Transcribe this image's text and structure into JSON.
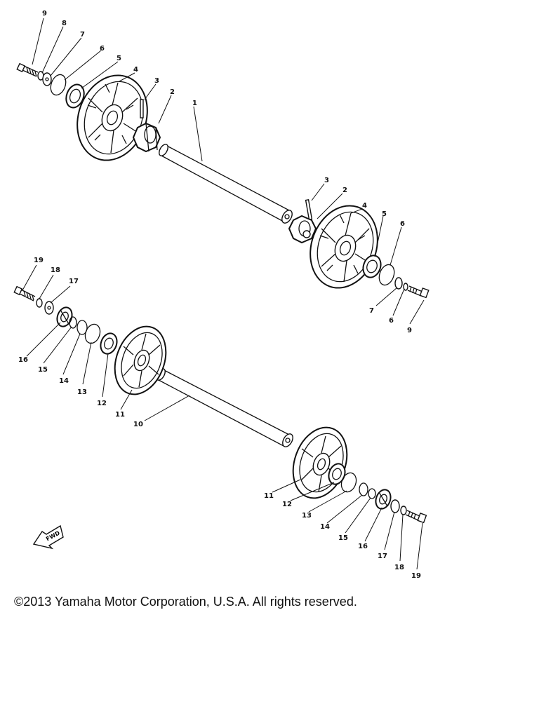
{
  "copyright": "©2013 Yamaha Motor Corporation, U.S.A. All rights reserved.",
  "fwd_label": "FWD",
  "callouts": {
    "upper_left": [
      "9",
      "8",
      "7",
      "6",
      "5",
      "4",
      "3",
      "2",
      "1"
    ],
    "upper_right": [
      "3",
      "2",
      "4",
      "5",
      "6",
      "7",
      "6",
      "9"
    ],
    "lower_left": [
      "19",
      "18",
      "17",
      "16",
      "15",
      "14",
      "13",
      "12",
      "11",
      "10"
    ],
    "lower_right": [
      "11",
      "12",
      "13",
      "14",
      "15",
      "16",
      "17",
      "18",
      "19"
    ]
  }
}
